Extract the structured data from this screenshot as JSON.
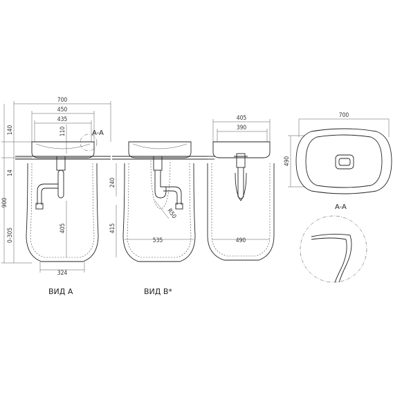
{
  "view_a": {
    "label": "ВИД А",
    "top_dims": [
      "700",
      "450",
      "435"
    ],
    "left_dims": [
      "140",
      "14",
      "900",
      "0-305"
    ],
    "inner_dims": [
      "110",
      "405"
    ],
    "bottom_dim": "324",
    "section_mark": "A-A"
  },
  "view_b": {
    "label": "ВИД В*",
    "left_dims": [
      "240",
      "415"
    ],
    "radius": "R50",
    "width_dim": "535"
  },
  "view_c": {
    "top_dims": [
      "405",
      "390"
    ],
    "width_dim": "490"
  },
  "top_view": {
    "width": "700",
    "depth": "490"
  },
  "section": {
    "label": "A-A"
  }
}
